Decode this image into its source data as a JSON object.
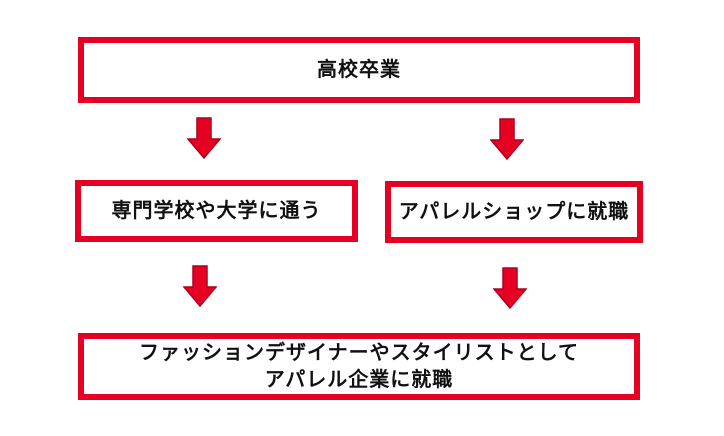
{
  "diagram": {
    "type": "flowchart",
    "language": "ja",
    "nodes": {
      "top": {
        "label": "高校卒業"
      },
      "left": {
        "label": "専門学校や大学に通う"
      },
      "right": {
        "label": "アパレルショップに就職"
      },
      "bottom": {
        "label_line1": "ファッションデザイナーやスタイリストとして",
        "label_line2": "アパレル企業に就職"
      }
    },
    "arrows": [
      {
        "name": "arrow-highschool-to-school",
        "direction": "down"
      },
      {
        "name": "arrow-highschool-to-shop",
        "direction": "down"
      },
      {
        "name": "arrow-school-to-company",
        "direction": "down"
      },
      {
        "name": "arrow-shop-to-company",
        "direction": "down"
      }
    ]
  },
  "colors": {
    "background": "#ffffff",
    "accent": "#e60023",
    "arrow_outline": "#b0001e",
    "text": "#111111"
  }
}
